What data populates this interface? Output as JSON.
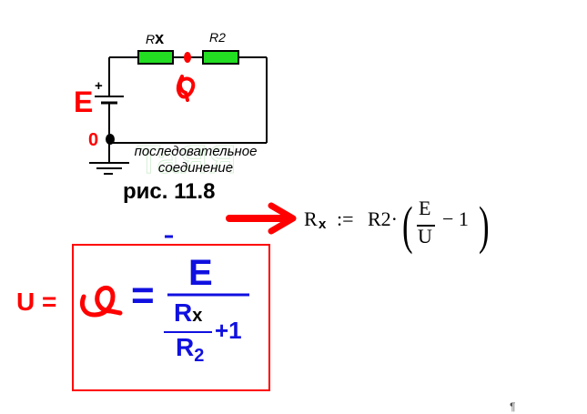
{
  "circuit": {
    "resistor1_label_main": "R",
    "resistor1_label_sub": "x",
    "resistor2_label": "R2",
    "emf_label": "E",
    "emf_polarity": "+",
    "ground_node_label": "0",
    "potential_symbol": "φ",
    "resistor_color": "#22dd22",
    "wire_color": "#000000",
    "accent_red": "#ff0000"
  },
  "caption": {
    "line1": "последовательное",
    "line2": "соединение"
  },
  "figure_label": "рис. 11.8",
  "formula_rx": {
    "lhs_main": "R",
    "lhs_sub": "x",
    "assign": ":=",
    "factor": "R2·",
    "numerator": "E",
    "denominator": "U",
    "minus_one": "− 1"
  },
  "formula_box": {
    "prefix": "U =",
    "phi": "φ",
    "equals": "=",
    "numerator": "E",
    "inner_num_main": "R",
    "inner_num_sub": "x",
    "inner_den_main": "R",
    "inner_den_sub": "2",
    "plus_one": "+1",
    "blue_color": "#1010e0",
    "minus_mark": "–"
  },
  "pilcrow": "¶"
}
